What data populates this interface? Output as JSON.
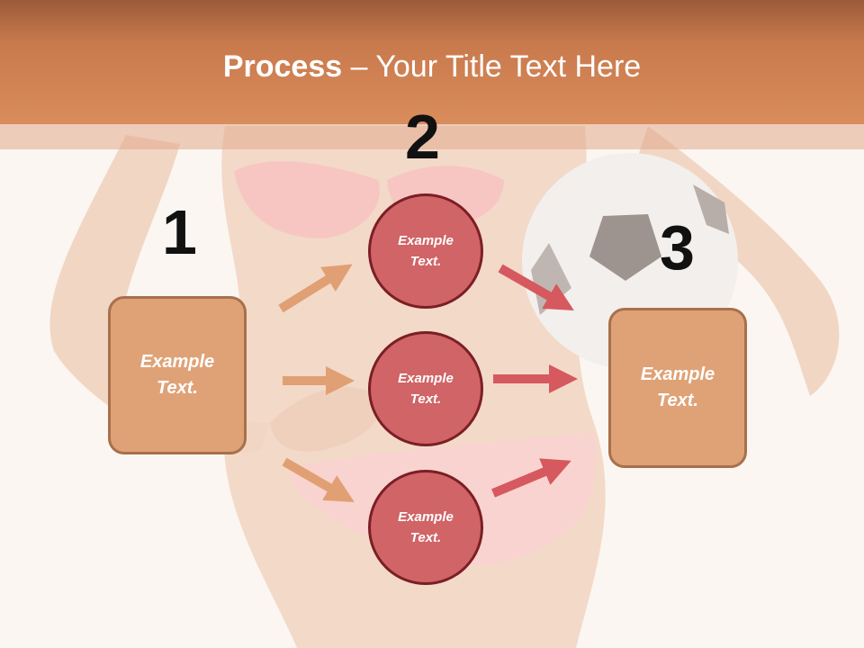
{
  "slide": {
    "title_bold": "Process",
    "title_rest": " – Your Title Text Here",
    "numbers": [
      "1",
      "2",
      "3"
    ]
  },
  "steps": {
    "left_box": [
      "Example",
      "Text."
    ],
    "circles": [
      [
        "Example",
        "Text."
      ],
      [
        "Example",
        "Text."
      ],
      [
        "Example",
        "Text."
      ]
    ],
    "right_box": [
      "Example",
      "Text."
    ]
  },
  "colors": {
    "header": "#c97a4d",
    "box_fill": "#dfa277",
    "circle_fill": "#d06466",
    "arrow_left": "#e0a073",
    "arrow_right": "#d5595f"
  }
}
